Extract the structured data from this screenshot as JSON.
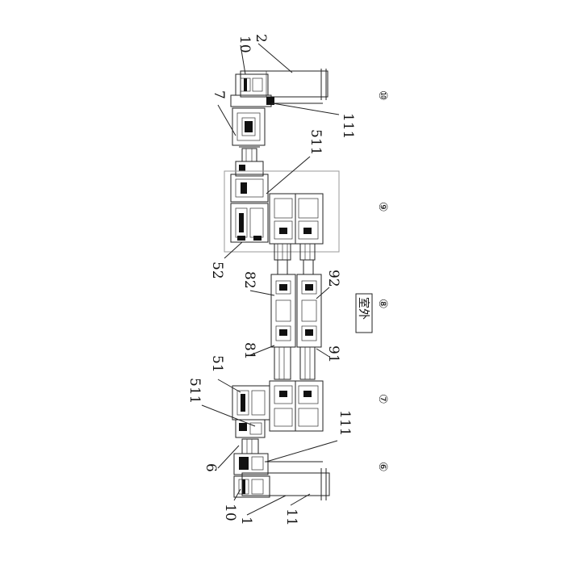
{
  "labels": {
    "l10_top": "10",
    "l2": "2",
    "l7": "7",
    "l111_top": "111",
    "l511_top": "511",
    "l52": "52",
    "l82": "82",
    "l92": "92",
    "l81": "81",
    "l91": "91",
    "l51": "51",
    "l511_bottom": "511",
    "l111_bottom": "111",
    "l6": "6",
    "l10_bottom": "10",
    "l1": "1",
    "l11": "11"
  },
  "circled": {
    "c10": "⑩",
    "c9": "⑨",
    "c8": "⑧",
    "c7": "⑦",
    "c6": "⑥"
  },
  "outdoor_label": "室外"
}
